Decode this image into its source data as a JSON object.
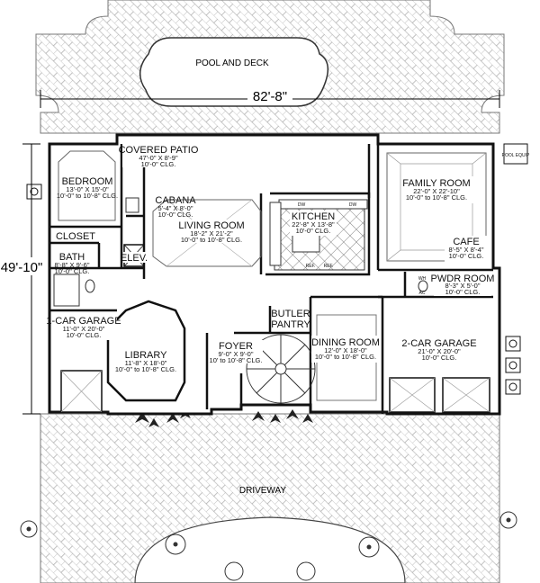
{
  "overall": {
    "width_label": "82'-8\"",
    "depth_label": "49'-10\""
  },
  "outdoor": {
    "pool": "POOL AND DECK",
    "driveway": "DRIVEWAY",
    "pool_equip": "POOL EQUIP"
  },
  "rooms": {
    "covered_patio": {
      "name": "COVERED PATIO",
      "size": "47'-0\" X 8'-9\"",
      "clg": "10'-0\" CLG."
    },
    "bedroom": {
      "name": "BEDROOM",
      "size": "13'-0\" X 15'-0\"",
      "clg": "10'-0\" to 10'-8\" CLG."
    },
    "closet": {
      "name": "CLOSET"
    },
    "bath": {
      "name": "BATH",
      "size": "8'-8\" X 9'-6\"",
      "clg": "10'-0\" CLG."
    },
    "elev": {
      "name": "ELEV."
    },
    "cabana": {
      "name": "CABANA",
      "size": "5'-4\" X 8'-0\"",
      "clg": "10'-0\" CLG."
    },
    "living_room": {
      "name": "LIVING ROOM",
      "size": "18'-2\" X 21'-2\"",
      "clg": "10'-0\" to 10'-8\" CLG."
    },
    "kitchen": {
      "name": "KITCHEN",
      "size": "22'-8\" X 13'-8\"",
      "clg": "10'-0\" CLG."
    },
    "family_room": {
      "name": "FAMILY ROOM",
      "size": "22'-0\" X 22'-10\"",
      "clg": "10'-0\" to 10'-8\" CLG."
    },
    "cafe": {
      "name": "CAFE",
      "size": "8'-5\" X 8'-4\"",
      "clg": "10'-0\" CLG."
    },
    "pwdr_room": {
      "name": "PWDR ROOM",
      "size": "8'-3\" X 5'-0\"",
      "clg": "10'-0\" CLG."
    },
    "one_car_garage": {
      "name": "1-CAR GARAGE",
      "size": "11'-0\" X 20'-0\"",
      "clg": "10'-0\" CLG."
    },
    "library": {
      "name": "LIBRARY",
      "size": "11'-8\" X 18'-0\"",
      "clg": "10'-0\" to 10'-8\" CLG."
    },
    "foyer": {
      "name": "FOYER",
      "size": "9'-0\" X 9'-0\"",
      "clg": "10' to 10'-8\" CLG."
    },
    "butler_pantry": {
      "name": "BUTLER",
      "name2": "PANTRY"
    },
    "dining_room": {
      "name": "DINING ROOM",
      "size": "12'-0\" X 18'-0\"",
      "clg": "10'-0\" to 10'-8\" CLG."
    },
    "two_car_garage": {
      "name": "2-CAR GARAGE",
      "size": "21'-0\" X 20'-0\"",
      "clg": "10'-0\" CLG."
    }
  },
  "fixtures": {
    "ref": "REF.",
    "ref2": "REF.",
    "dw": "DW",
    "dw2": "DW",
    "wh": "WH",
    "ac": "AC"
  }
}
